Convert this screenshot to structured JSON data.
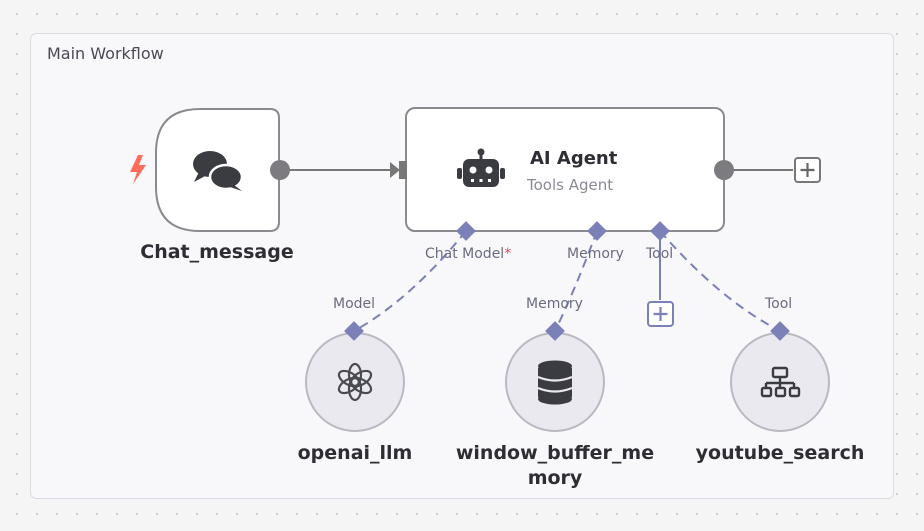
{
  "workflow": {
    "group_title": "Main Workflow"
  },
  "nodes": {
    "trigger": {
      "label": "Chat_message",
      "icon": "chat-bubbles-icon",
      "trigger_icon": "lightning-bolt-icon"
    },
    "agent": {
      "title": "AI Agent",
      "subtitle": "Tools Agent",
      "icon": "robot-icon"
    },
    "llm": {
      "label": "openai_llm",
      "icon": "openai-icon"
    },
    "memory": {
      "label": "window_buffer_me\nmory",
      "icon": "database-icon"
    },
    "tool": {
      "label": "youtube_search",
      "icon": "network-icon"
    }
  },
  "ports": {
    "chat_model": "Chat Model",
    "chat_model_required": "*",
    "memory": "Memory",
    "tool": "Tool",
    "llm_input": "Model",
    "memory_input": "Memory",
    "tool_input": "Tool"
  },
  "colors": {
    "port": "#7b80b8",
    "trigger": "#ff6d5a",
    "main_edge": "#777777",
    "node_border": "#8a8a8f",
    "sub_node_fill": "#e9e9ef"
  }
}
